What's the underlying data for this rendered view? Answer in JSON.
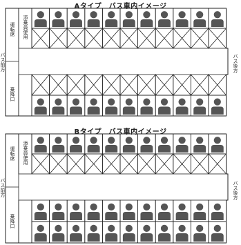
{
  "diagrams": [
    {
      "title": "Aタイプ　バス車内イメージ",
      "labels": {
        "driver_seat": "運転席",
        "attendant_use": "添乗員使用",
        "entrance": "乗降口",
        "bus_front": "バス前方",
        "bus_rear": "バス後方"
      },
      "rows": [
        "person-pair",
        "empty-row",
        "aisle",
        "empty-row",
        "person-row"
      ]
    },
    {
      "title": "Bタイプ　バス車内イメージ",
      "labels": {
        "driver_seat": "運転席",
        "attendant_use": "添乗員使用",
        "entrance": "乗降口",
        "bus_front": "バス前方",
        "bus_rear": "バス後方"
      },
      "rows": [
        "person-pair",
        "empty-row",
        "aisle",
        "person-row",
        "person-row"
      ]
    }
  ],
  "seat_columns": 11,
  "colors": {
    "person": "#555555",
    "line": "#222222",
    "background": "#ffffff"
  }
}
